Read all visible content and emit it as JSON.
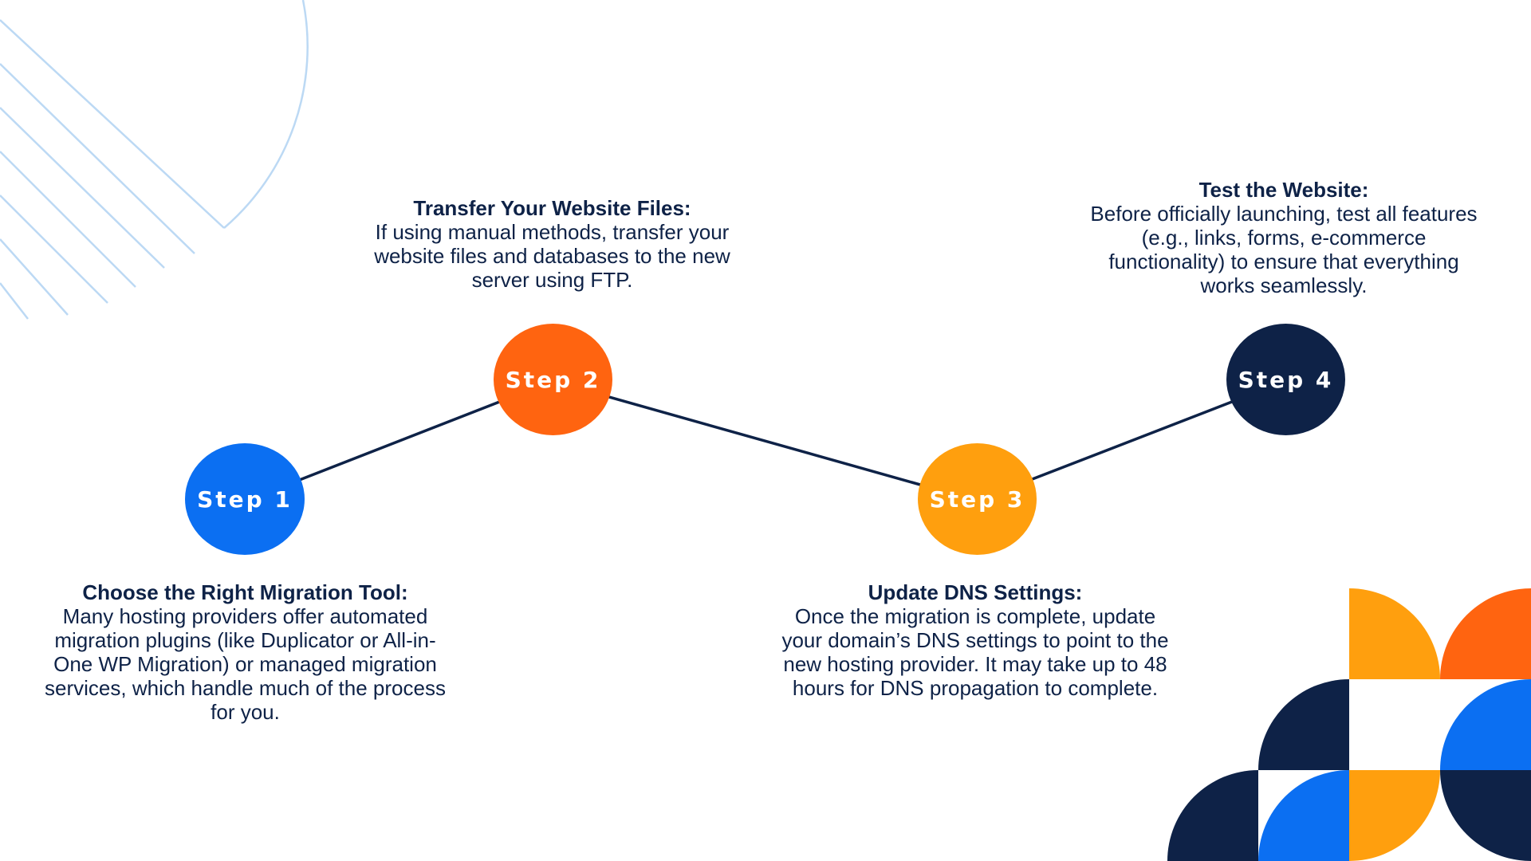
{
  "steps": [
    {
      "label": "Step 1",
      "color": "#0b6ff2",
      "title": "Choose the Right Migration Tool:",
      "body": "Many hosting providers offer automated migration plugins (like Duplicator or All-in-One WP Migration) or managed migration services, which handle much of the process for you."
    },
    {
      "label": "Step 2",
      "color": "#ff6410",
      "title": "Transfer Your Website Files:",
      "body": "If using manual methods, transfer your website files and databases to the new server using FTP."
    },
    {
      "label": "Step 3",
      "color": "#ff9f0e",
      "title": "Update DNS Settings:",
      "body": "Once the migration is complete, update your domain’s DNS settings to point to the new hosting provider. It may take up to 48 hours for DNS propagation to complete."
    },
    {
      "label": "Step 4",
      "color": "#0e2247",
      "title": "Test the Website:",
      "body": "Before officially launching, test all features (e.g., links, forms, e-commerce functionality) to ensure that everything works seamlessly."
    }
  ],
  "colors": {
    "navy": "#0e2247",
    "blue": "#0b6ff2",
    "orange": "#ff6410",
    "amber": "#ff9f0e",
    "line_decor": "#bcd9f4"
  }
}
